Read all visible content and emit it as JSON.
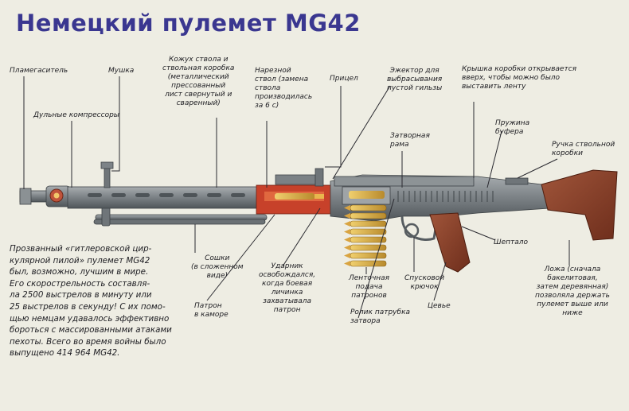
{
  "title": "Немецкий пулемет MG42",
  "labels": {
    "flash_hider": "Пламегаситель",
    "front_sight": "Мушка",
    "muzzle_boosters": "Дульные компрессоры",
    "barrel_jacket": "Кожух ствола и\nствольная коробка\n(металлический\nпрессованный\nлист свернутый и\nсваренный)",
    "rifled_barrel": "Нарезной\nствол (замена\nствола\nпроизводилась\nза 6 с)",
    "rear_sight": "Прицел",
    "ejector": "Эжектор для\nвыбрасывания\nпустой гильзы",
    "receiver_cover": "Крышка коробки открывается\nвверх, чтобы можно было\nвыставить ленту",
    "bolt_carrier": "Затворная\nрама",
    "buffer_spring": "Пружина\nбуфера",
    "receiver_handle": "Ручка ствольной\nкоробки",
    "bipod": "Сошки\n(в сложенном\nвиде)",
    "chamber_round": "Патрон\nв каморе",
    "firing_pin": "Ударник\nосвобождался,\nкогда боевая\nличинка\nзахватывала\nпатрон",
    "belt_feed": "Ленточная\nподача\nпатронов",
    "trigger": "Спусковой\nкрючок",
    "bolt_roller": "Ролик патрубка\nзатвора",
    "grip": "Цевье",
    "sear": "Шептало",
    "stock": "Ложа (сначала\nбакелитовая,\nзатем деревянная)\nпозволяла держать\nпулемет выше или\nниже"
  },
  "description": "Прозванный «гитлеровской цир-\nкулярной пилой» пулемет MG42\nбыл, возможно, лучшим в мире.\nЕго скорострельность составля-\nла 2500 выстрелов в минуту или\n25 выстрелов в секунду! С их помо-\nщью немцам удавалось эффективно\nбороться с массированными атаками\nпехоты. Всего во время войны было\nвыпущено 414 964 MG42."
}
